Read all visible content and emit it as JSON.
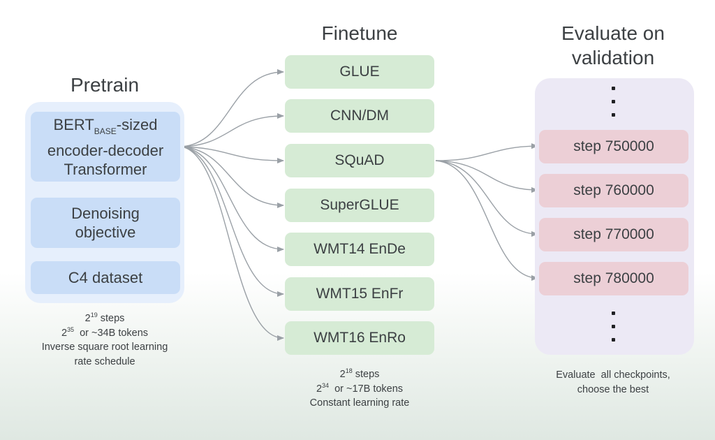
{
  "pretrain": {
    "title": "Pretrain",
    "model_prefix": "BERT",
    "model_sub": "BASE",
    "model_rest_line1": "-sized",
    "model_line2": "encoder-decoder",
    "model_line3": "Transformer",
    "objective_line1": "Denoising",
    "objective_line2": "objective",
    "dataset": "C4 dataset",
    "note": {
      "steps_base": "2",
      "steps_exp": "19",
      "steps_text": " steps",
      "tokens_base": "2",
      "tokens_exp": "35",
      "tokens_text": "  or ~34B tokens",
      "lr_line1": "Inverse square root learning",
      "lr_line2": "rate schedule"
    }
  },
  "finetune": {
    "title": "Finetune",
    "tasks": [
      "GLUE",
      "CNN/DM",
      "SQuAD",
      "SuperGLUE",
      "WMT14 EnDe",
      "WMT15 EnFr",
      "WMT16 EnRo"
    ],
    "note": {
      "steps_base": "2",
      "steps_exp": "18",
      "steps_text": " steps",
      "tokens_base": "2",
      "tokens_exp": "34",
      "tokens_text": "  or ~17B tokens",
      "lr_line": "Constant learning rate"
    }
  },
  "evaluate": {
    "title_line1": "Evaluate on",
    "title_line2": "validation",
    "checkpoints": [
      "step 750000",
      "step 760000",
      "step 770000",
      "step 780000"
    ],
    "note_line1": "Evaluate  all checkpoints,",
    "note_line2": "choose the best"
  },
  "colors": {
    "pretrain_panel": "#e6effc",
    "pretrain_box": "#c9ddf7",
    "finetune_box": "#d6ebd5",
    "evaluate_panel": "#ece9f5",
    "evaluate_box": "#eccfd6",
    "arrow": "#9aa0a6"
  }
}
